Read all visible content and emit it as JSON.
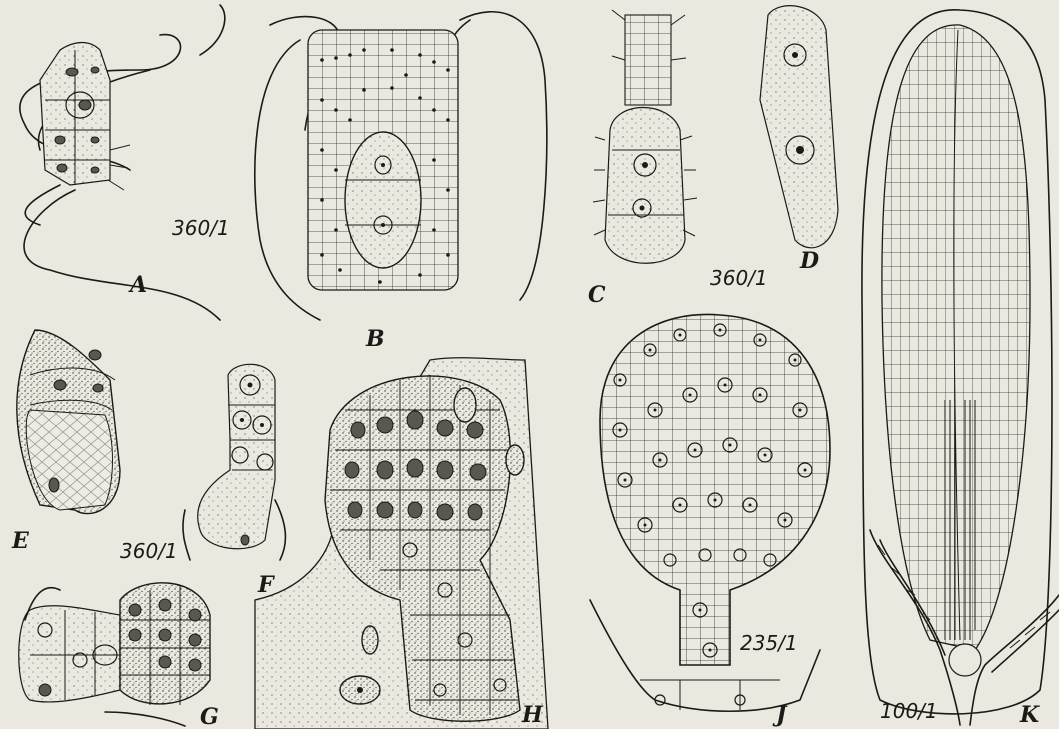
{
  "panel_labels": {
    "A": "A",
    "B": "B",
    "C": "C",
    "D": "D",
    "E": "E",
    "F": "F",
    "G": "G",
    "H": "H",
    "J": "J",
    "K": "K"
  },
  "magnifications": {
    "A": "360/1",
    "D": "360/1",
    "E": "360/1",
    "J": "235/1",
    "K": "100/1"
  },
  "ink_color": "#1b1a17",
  "paper_color": "#ebe8e0"
}
